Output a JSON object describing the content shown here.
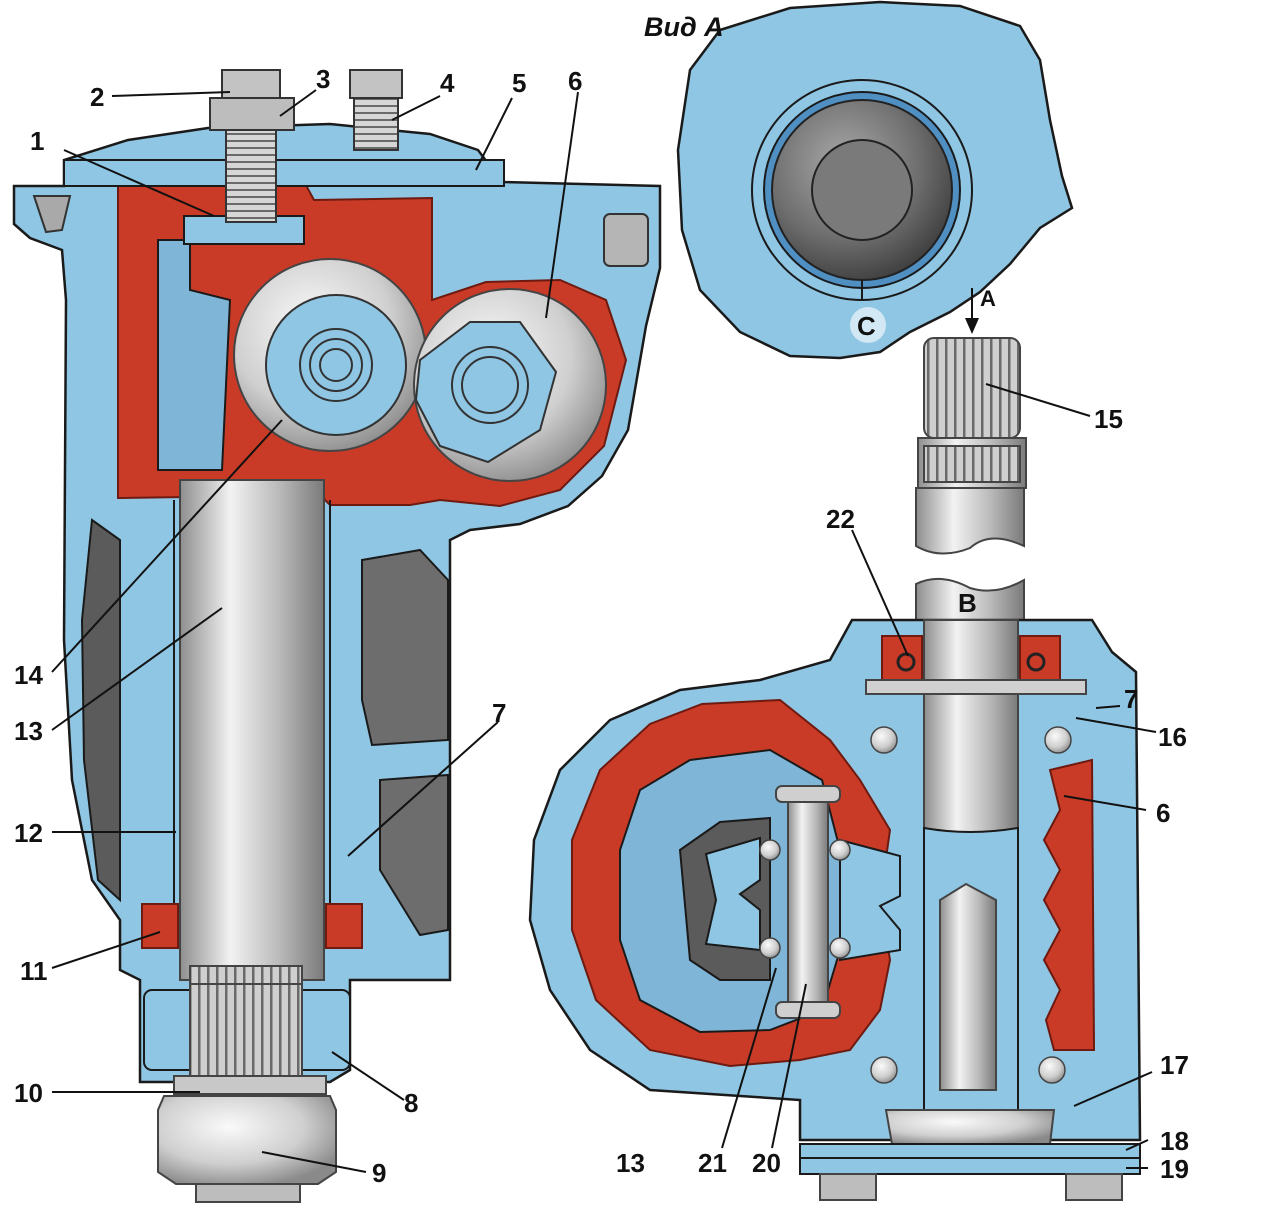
{
  "title": "Вид А",
  "view_letters": {
    "c": "С",
    "a": "А",
    "b": "В"
  },
  "labels": [
    "1",
    "2",
    "3",
    "4",
    "5",
    "6",
    "7",
    "8",
    "9",
    "10",
    "11",
    "12",
    "13",
    "14",
    "15",
    "16",
    "17",
    "18",
    "19",
    "20",
    "21",
    "22"
  ],
  "right_labels": {
    "six": "6",
    "seven": "7",
    "thirteen": "13"
  },
  "colors": {
    "housing": "#8fc6e3",
    "housing_dark": "#5a9fc9",
    "worm_red": "#c93b26",
    "steel": "#c8c8c8",
    "background": "#ffffff"
  }
}
